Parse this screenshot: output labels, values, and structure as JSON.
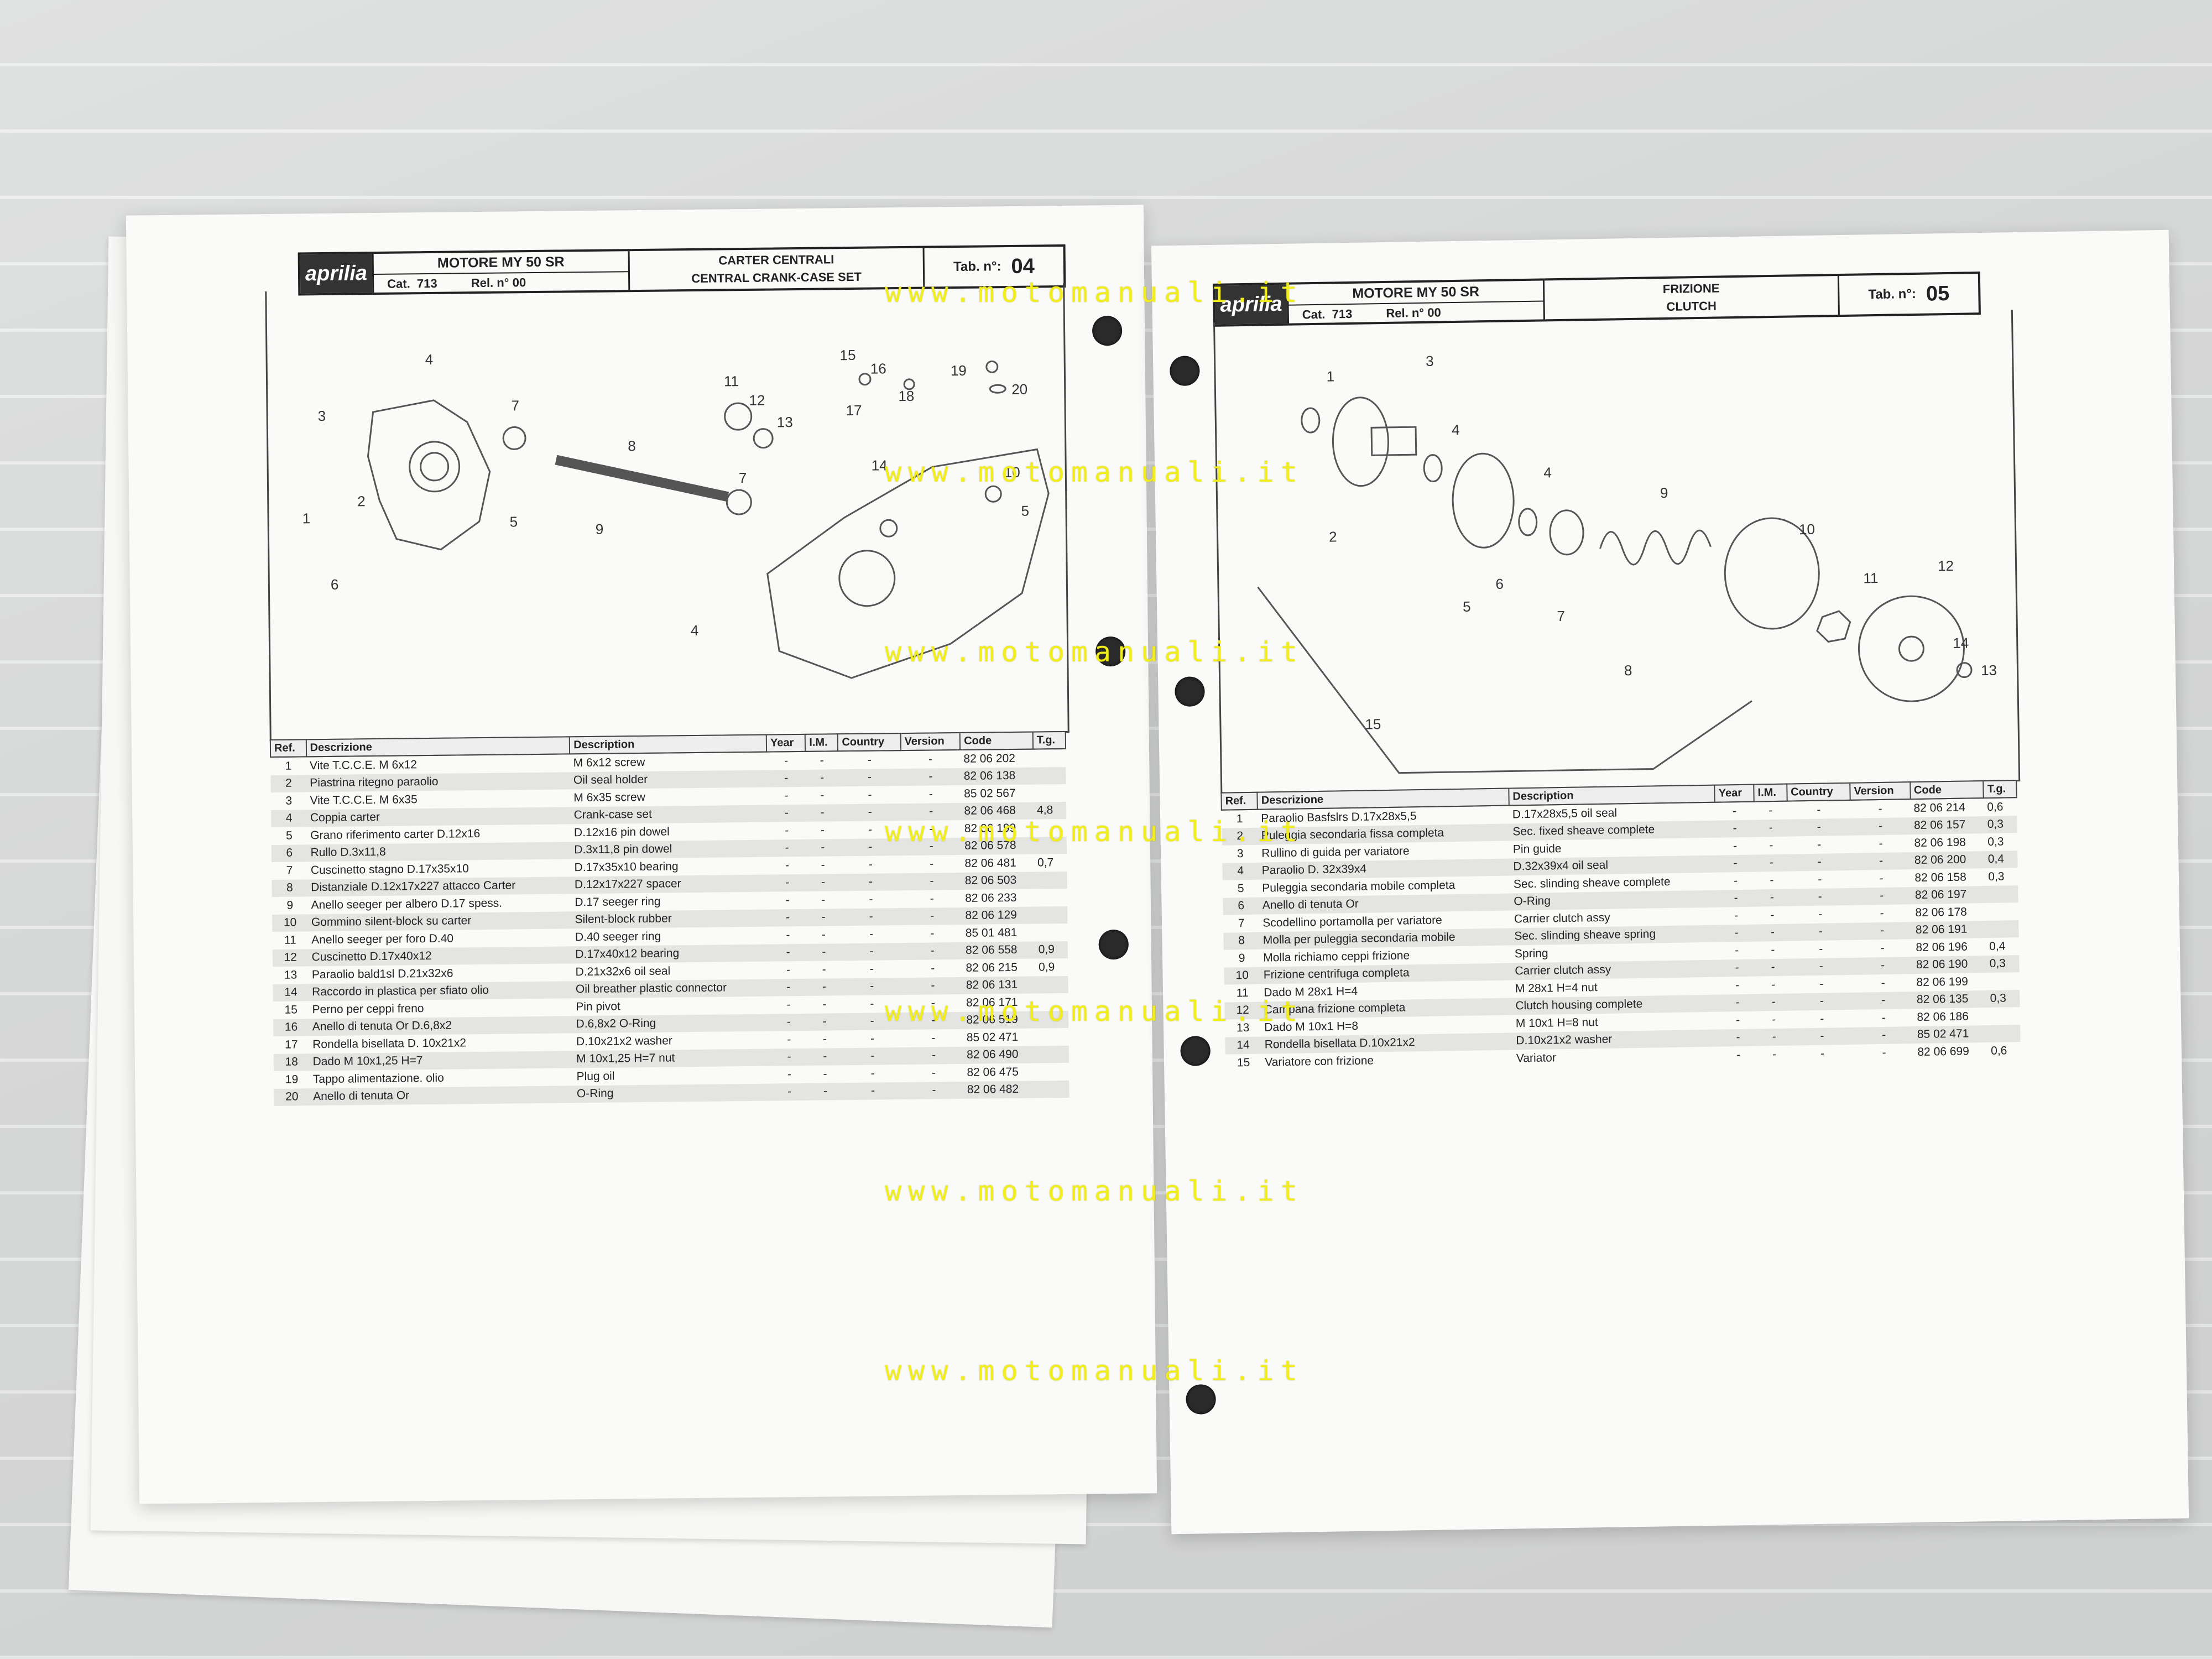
{
  "watermark": "www.motomanuali.it",
  "left_page": {
    "brand": "aprilia",
    "model": "MOTORE MY 50 SR",
    "cat_label": "Cat.",
    "cat_value": "713",
    "rel_label": "Rel. n°",
    "rel_value": "00",
    "section_it": "CARTER CENTRALI",
    "section_en": "CENTRAL CRANK-CASE SET",
    "tab_label": "Tab. n°:",
    "tab_number": "04",
    "diagram_labels": [
      "1",
      "2",
      "3",
      "4",
      "5",
      "6",
      "7",
      "8",
      "9",
      "4",
      "11",
      "12",
      "13",
      "15",
      "16",
      "17",
      "18",
      "19",
      "20",
      "7",
      "14",
      "10",
      "5"
    ],
    "columns": [
      "Ref.",
      "Descrizione",
      "Description",
      "Year",
      "I.M.",
      "Country",
      "Version",
      "Code",
      "T.g."
    ],
    "rows": [
      {
        "ref": "1",
        "it": "Vite T.C.C.E. M 6x12",
        "en": "M 6x12 screw",
        "year": "-",
        "im": "-",
        "country": "-",
        "version": "-",
        "code": "82 06 202",
        "tg": ""
      },
      {
        "ref": "2",
        "it": "Piastrina ritegno paraolio",
        "en": "Oil seal holder",
        "year": "-",
        "im": "-",
        "country": "-",
        "version": "-",
        "code": "82 06 138",
        "tg": ""
      },
      {
        "ref": "3",
        "it": "Vite T.C.C.E. M 6x35",
        "en": "M 6x35 screw",
        "year": "-",
        "im": "-",
        "country": "-",
        "version": "-",
        "code": "85 02 567",
        "tg": ""
      },
      {
        "ref": "4",
        "it": "Coppia carter",
        "en": "Crank-case set",
        "year": "-",
        "im": "-",
        "country": "-",
        "version": "-",
        "code": "82 06 468",
        "tg": "4,8"
      },
      {
        "ref": "5",
        "it": "Grano riferimento carter D.12x16",
        "en": "D.12x16 pin dowel",
        "year": "-",
        "im": "-",
        "country": "-",
        "version": "-",
        "code": "82 06 199",
        "tg": ""
      },
      {
        "ref": "6",
        "it": "Rullo D.3x11,8",
        "en": "D.3x11,8 pin dowel",
        "year": "-",
        "im": "-",
        "country": "-",
        "version": "-",
        "code": "82 06 578",
        "tg": ""
      },
      {
        "ref": "7",
        "it": "Cuscinetto stagno D.17x35x10",
        "en": "D.17x35x10 bearing",
        "year": "-",
        "im": "-",
        "country": "-",
        "version": "-",
        "code": "82 06 481",
        "tg": "0,7"
      },
      {
        "ref": "8",
        "it": "Distanziale D.12x17x227 attacco Carter",
        "en": "D.12x17x227 spacer",
        "year": "-",
        "im": "-",
        "country": "-",
        "version": "-",
        "code": "82 06 503",
        "tg": ""
      },
      {
        "ref": "9",
        "it": "Anello seeger per albero D.17 spess.",
        "en": "D.17 seeger ring",
        "year": "-",
        "im": "-",
        "country": "-",
        "version": "-",
        "code": "82 06 233",
        "tg": ""
      },
      {
        "ref": "10",
        "it": "Gommino silent-block su carter",
        "en": "Silent-block rubber",
        "year": "-",
        "im": "-",
        "country": "-",
        "version": "-",
        "code": "82 06 129",
        "tg": ""
      },
      {
        "ref": "11",
        "it": "Anello seeger per foro D.40",
        "en": "D.40 seeger ring",
        "year": "-",
        "im": "-",
        "country": "-",
        "version": "-",
        "code": "85 01 481",
        "tg": ""
      },
      {
        "ref": "12",
        "it": "Cuscinetto D.17x40x12",
        "en": "D.17x40x12 bearing",
        "year": "-",
        "im": "-",
        "country": "-",
        "version": "-",
        "code": "82 06 558",
        "tg": "0,9"
      },
      {
        "ref": "13",
        "it": "Paraolio bald1sl D.21x32x6",
        "en": "D.21x32x6 oil seal",
        "year": "-",
        "im": "-",
        "country": "-",
        "version": "-",
        "code": "82 06 215",
        "tg": "0,9"
      },
      {
        "ref": "14",
        "it": "Raccordo in plastica per sfiato olio",
        "en": "Oil breather plastic connector",
        "year": "-",
        "im": "-",
        "country": "-",
        "version": "-",
        "code": "82 06 131",
        "tg": ""
      },
      {
        "ref": "15",
        "it": "Perno per ceppi freno",
        "en": "Pin pivot",
        "year": "-",
        "im": "-",
        "country": "-",
        "version": "-",
        "code": "82 06 171",
        "tg": ""
      },
      {
        "ref": "16",
        "it": "Anello di tenuta Or D.6,8x2",
        "en": "D.6,8x2 O-Ring",
        "year": "-",
        "im": "-",
        "country": "-",
        "version": "-",
        "code": "82 06 519",
        "tg": ""
      },
      {
        "ref": "17",
        "it": "Rondella bisellata D. 10x21x2",
        "en": "D.10x21x2 washer",
        "year": "-",
        "im": "-",
        "country": "-",
        "version": "-",
        "code": "85 02 471",
        "tg": ""
      },
      {
        "ref": "18",
        "it": "Dado M 10x1,25 H=7",
        "en": "M 10x1,25 H=7 nut",
        "year": "-",
        "im": "-",
        "country": "-",
        "version": "-",
        "code": "82 06 490",
        "tg": ""
      },
      {
        "ref": "19",
        "it": "Tappo alimentazione. olio",
        "en": "Plug oil",
        "year": "-",
        "im": "-",
        "country": "-",
        "version": "-",
        "code": "82 06 475",
        "tg": ""
      },
      {
        "ref": "20",
        "it": "Anello di tenuta Or",
        "en": "O-Ring",
        "year": "-",
        "im": "-",
        "country": "-",
        "version": "-",
        "code": "82 06 482",
        "tg": ""
      }
    ]
  },
  "right_page": {
    "brand": "aprilia",
    "model": "MOTORE MY 50 SR",
    "cat_label": "Cat.",
    "cat_value": "713",
    "rel_label": "Rel. n°",
    "rel_value": "00",
    "section_it": "FRIZIONE",
    "section_en": "CLUTCH",
    "tab_label": "Tab. n°:",
    "tab_number": "05",
    "diagram_labels": [
      "1",
      "2",
      "3",
      "4",
      "4",
      "5",
      "6",
      "7",
      "8",
      "9",
      "10",
      "11",
      "12",
      "14",
      "13",
      "15"
    ],
    "columns": [
      "Ref.",
      "Descrizione",
      "Description",
      "Year",
      "I.M.",
      "Country",
      "Version",
      "Code",
      "T.g."
    ],
    "rows": [
      {
        "ref": "1",
        "it": "Paraolio Basfslrs D.17x28x5,5",
        "en": "D.17x28x5,5 oil seal",
        "year": "-",
        "im": "-",
        "country": "-",
        "version": "-",
        "code": "82 06 214",
        "tg": "0,6"
      },
      {
        "ref": "2",
        "it": "Puleggia secondaria fissa completa",
        "en": "Sec. fixed sheave complete",
        "year": "-",
        "im": "-",
        "country": "-",
        "version": "-",
        "code": "82 06 157",
        "tg": "0,3"
      },
      {
        "ref": "3",
        "it": "Rullino di guida per variatore",
        "en": "Pin guide",
        "year": "-",
        "im": "-",
        "country": "-",
        "version": "-",
        "code": "82 06 198",
        "tg": "0,3"
      },
      {
        "ref": "4",
        "it": "Paraolio D. 32x39x4",
        "en": "D.32x39x4 oil seal",
        "year": "-",
        "im": "-",
        "country": "-",
        "version": "-",
        "code": "82 06 200",
        "tg": "0,4"
      },
      {
        "ref": "5",
        "it": "Puleggia secondaria mobile completa",
        "en": "Sec. slinding sheave complete",
        "year": "-",
        "im": "-",
        "country": "-",
        "version": "-",
        "code": "82 06 158",
        "tg": "0,3"
      },
      {
        "ref": "6",
        "it": "Anello di tenuta Or",
        "en": "O-Ring",
        "year": "-",
        "im": "-",
        "country": "-",
        "version": "-",
        "code": "82 06 197",
        "tg": ""
      },
      {
        "ref": "7",
        "it": "Scodellino portamolla per variatore",
        "en": "Carrier clutch assy",
        "year": "-",
        "im": "-",
        "country": "-",
        "version": "-",
        "code": "82 06 178",
        "tg": ""
      },
      {
        "ref": "8",
        "it": "Molla per puleggia secondaria mobile",
        "en": "Sec. slinding sheave spring",
        "year": "-",
        "im": "-",
        "country": "-",
        "version": "-",
        "code": "82 06 191",
        "tg": ""
      },
      {
        "ref": "9",
        "it": "Molla richiamo ceppi frizione",
        "en": "Spring",
        "year": "-",
        "im": "-",
        "country": "-",
        "version": "-",
        "code": "82 06 196",
        "tg": "0,4"
      },
      {
        "ref": "10",
        "it": "Frizione centrifuga completa",
        "en": "Carrier clutch assy",
        "year": "-",
        "im": "-",
        "country": "-",
        "version": "-",
        "code": "82 06 190",
        "tg": "0,3"
      },
      {
        "ref": "11",
        "it": "Dado M 28x1 H=4",
        "en": "M 28x1 H=4 nut",
        "year": "-",
        "im": "-",
        "country": "-",
        "version": "-",
        "code": "82 06 199",
        "tg": ""
      },
      {
        "ref": "12",
        "it": "Campana frizione completa",
        "en": "Clutch housing complete",
        "year": "-",
        "im": "-",
        "country": "-",
        "version": "-",
        "code": "82 06 135",
        "tg": "0,3"
      },
      {
        "ref": "13",
        "it": "Dado M 10x1 H=8",
        "en": "M 10x1 H=8 nut",
        "year": "-",
        "im": "-",
        "country": "-",
        "version": "-",
        "code": "82 06 186",
        "tg": ""
      },
      {
        "ref": "14",
        "it": "Rondella bisellata D.10x21x2",
        "en": "D.10x21x2 washer",
        "year": "-",
        "im": "-",
        "country": "-",
        "version": "-",
        "code": "85 02 471",
        "tg": ""
      },
      {
        "ref": "15",
        "it": "Variatore con frizione",
        "en": "Variator",
        "year": "-",
        "im": "-",
        "country": "-",
        "version": "-",
        "code": "82 06 699",
        "tg": "0,6"
      }
    ]
  }
}
